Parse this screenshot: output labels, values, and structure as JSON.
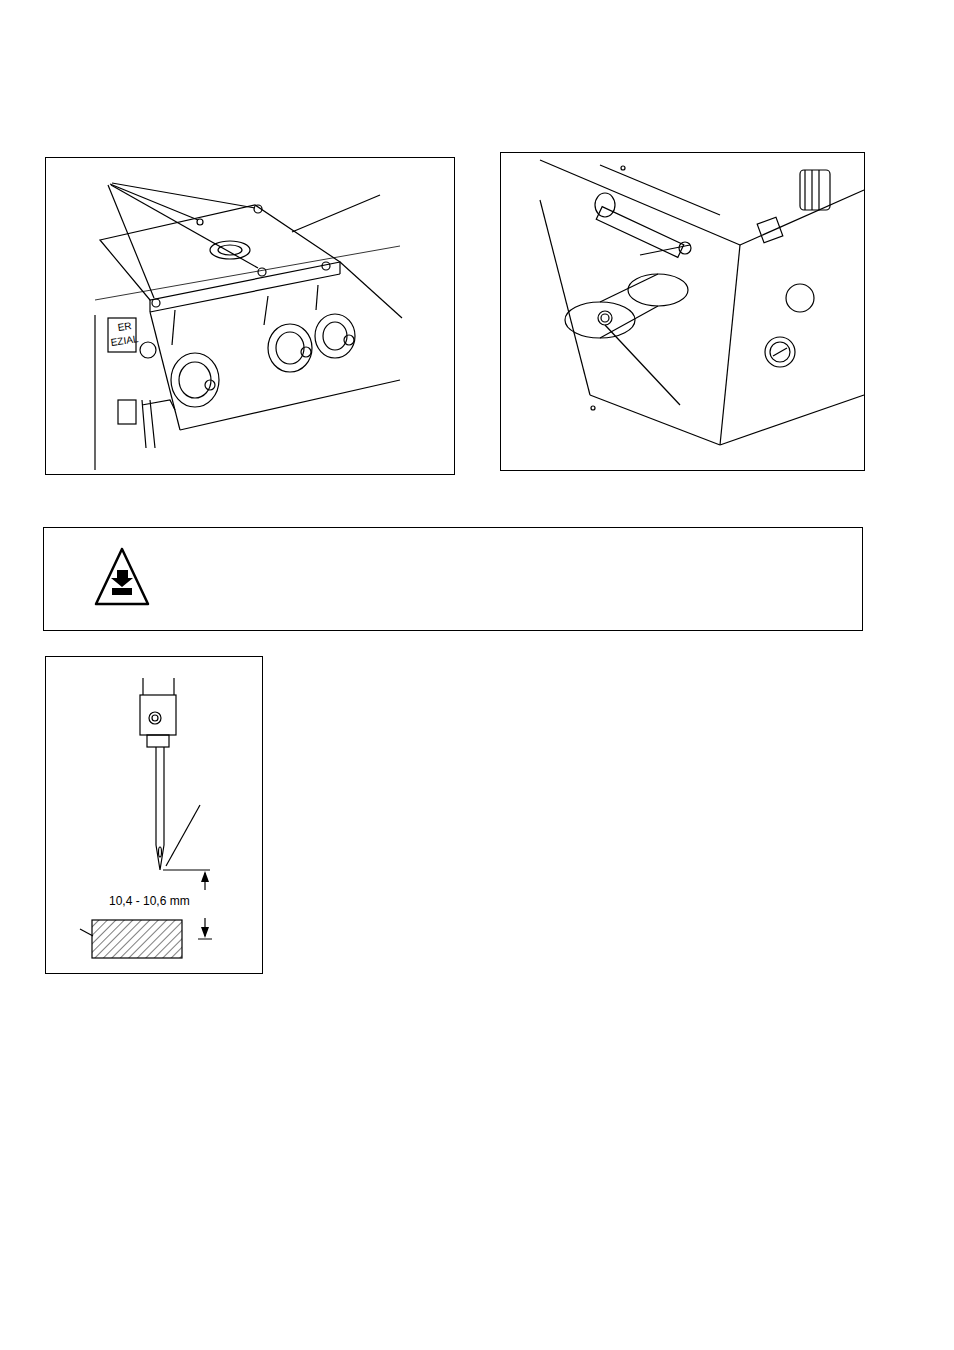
{
  "diagram": {
    "labels": [
      "ER",
      "EZIAL",
      "10,4 - 10,6 mm"
    ]
  }
}
